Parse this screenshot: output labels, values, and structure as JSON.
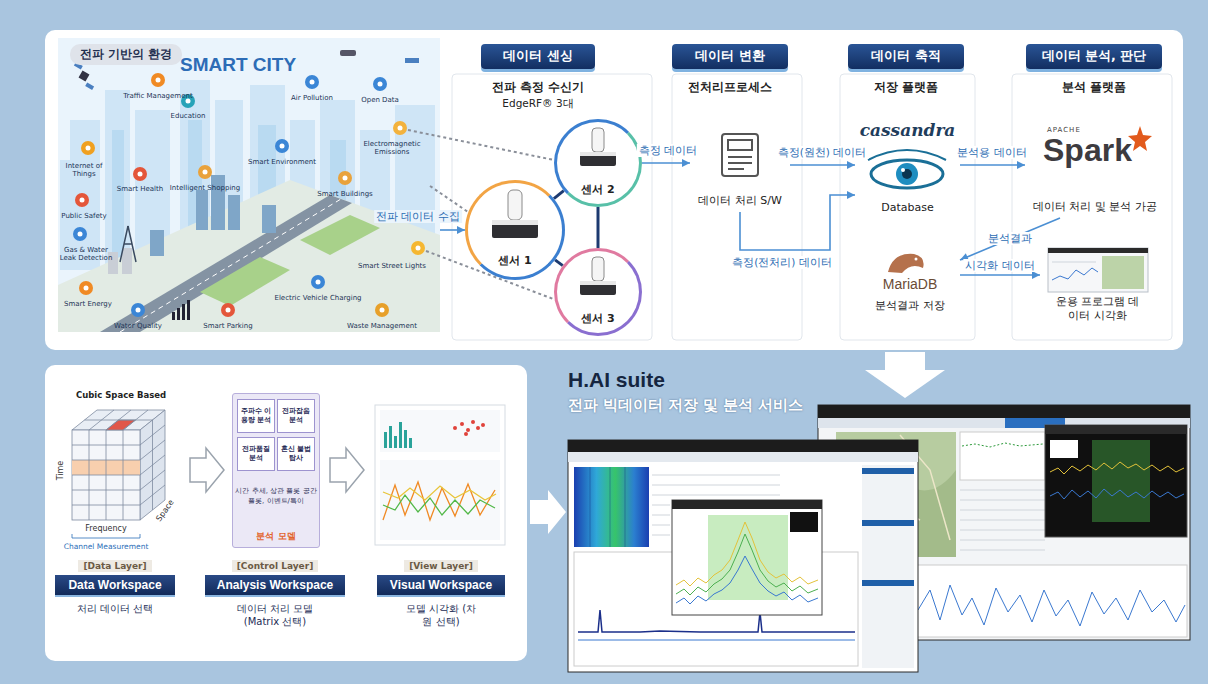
{
  "diagram": {
    "nodes": [
      {
        "text": [
          "전파 기반의 환경",
          "SMART CITY"
        ]
      },
      {
        "text": [
          "센서 1"
        ]
      },
      {
        "text": [
          "센서 2"
        ]
      },
      {
        "text": [
          "센서 3"
        ]
      },
      {
        "text": [
          "데이터 처리 S/W"
        ]
      },
      {
        "text": [
          "cassandra",
          "Database"
        ]
      },
      {
        "text": [
          "APACHE",
          "Spark",
          "데이터 처리 및 분석 가공"
        ]
      },
      {
        "text": [
          "MariaDB",
          "분석결과 저장"
        ]
      },
      {
        "text": [
          "운용 프로그램 데이터 시각화"
        ]
      },
      {
        "text": [
          "Cubic Space Based"
        ]
      },
      {
        "text": [
          "시간 추세, 상관 플롯 공간 플롯, 이벤트/특이",
          "분석 모델"
        ]
      },
      {
        "text": [
          "주파수 이용량 분석"
        ],
        "in": 10
      },
      {
        "text": [
          "전파잡음 분석"
        ],
        "in": 10
      },
      {
        "text": [
          "전파품질 분석"
        ],
        "in": 10
      },
      {
        "text": [
          "혼신 불법 탐사"
        ],
        "in": 10
      },
      {
        "text": [
          "[Data Layer]",
          "Data Workspace",
          "처리 데이터 선택"
        ]
      },
      {
        "text": [
          "[Control Layer]",
          "Analysis Workspace",
          "데이터 처리 모델 (Matrix 선택)"
        ]
      },
      {
        "text": [
          "[View Layer]",
          "Visual Workspace",
          "모델 시각화 (차원 선택)"
        ]
      }
    ],
    "edges": [
      {
        "from": 0,
        "to": 1,
        "label": "전파 데이터 수집",
        "arrow": "to"
      },
      {
        "from": 1,
        "to": 2,
        "arrow": "none"
      },
      {
        "from": 1,
        "to": 3,
        "arrow": "none"
      },
      {
        "from": 2,
        "to": 3,
        "arrow": "none"
      },
      {
        "from": 2,
        "to": 4,
        "label": "측정 데이터",
        "arrow": "to"
      },
      {
        "from": 4,
        "to": 5,
        "label": "측정(원천) 데이터",
        "arrow": "to"
      },
      {
        "from": 4,
        "to": 5,
        "label": "측정(전처리) 데이터",
        "arrow": "to"
      },
      {
        "from": 5,
        "to": 6,
        "label": "분석용 데이터",
        "arrow": "to"
      },
      {
        "from": 6,
        "to": 7,
        "label": "분석결과",
        "arrow": "to"
      },
      {
        "from": 7,
        "to": 8,
        "label": "시각화 데이터",
        "arrow": "to"
      }
    ],
    "labels": [
      "데이터 센싱",
      "데이터 변환",
      "데이터 축적",
      "데이터 분석, 판단",
      "전파 측정 수신기",
      "EdgeRF® 3대",
      "전처리프로세스",
      "저장 플랫폼",
      "분석 플랫폼",
      "Traffic Management",
      "Education",
      "Air Pollution",
      "Open Data",
      "Internet of Things",
      "Smart Health",
      "Intelligent Shopping",
      "Smart Environment",
      "Electromagnetic Emissions",
      "Smart Buildings",
      "Public Safety",
      "Gas & Water Leak Detection",
      "Smart Street Lights",
      "Smart Energy",
      "Water Quality",
      "Smart Parking",
      "Electric Vehicle Charging",
      "Waste Management",
      "Time",
      "Frequency",
      "Space",
      "Channel Measurement",
      "H.AI suite",
      "전파 빅데이터 저장 및 분석 서비스"
    ]
  }
}
